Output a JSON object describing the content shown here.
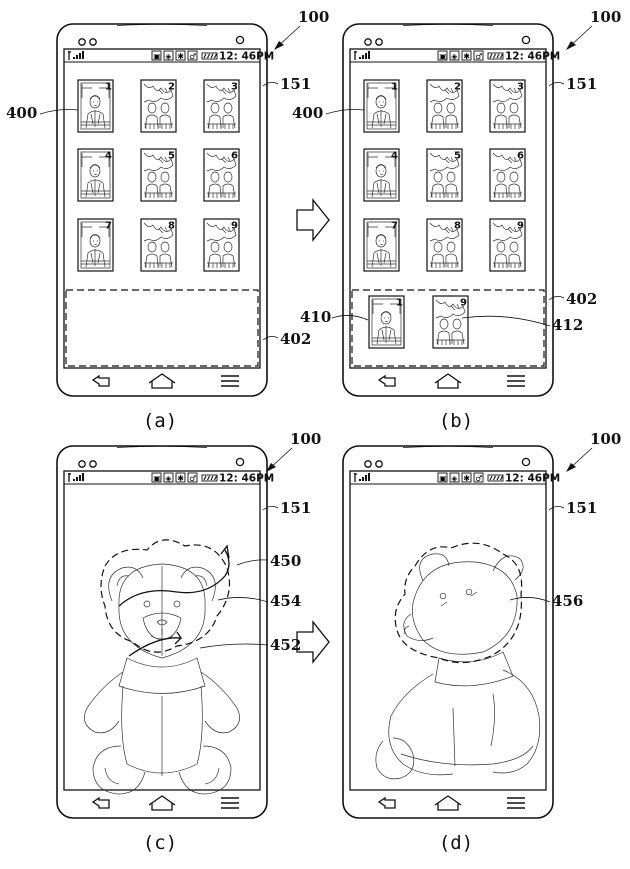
{
  "figure_ref": "100",
  "status_time": "12: 46PM",
  "arrow_labels": {
    "display": "151",
    "thumb": "400",
    "tray": "402",
    "tray_item_a": "410",
    "tray_item_b": "412",
    "scribble": "450",
    "trace": "452",
    "outline": "454",
    "selection": "456"
  },
  "panels": [
    {
      "caption": "(a)",
      "tiles": [
        "1",
        "2",
        "3",
        "4",
        "5",
        "6",
        "7",
        "8",
        "9"
      ]
    },
    {
      "caption": "(b)",
      "tiles": [
        "1",
        "2",
        "3",
        "4",
        "5",
        "6",
        "7",
        "8",
        "9"
      ],
      "tray_tiles": [
        "1",
        "9"
      ]
    },
    {
      "caption": "(c)"
    },
    {
      "caption": "(d)"
    }
  ],
  "icons": [
    "signal-icon",
    "sd-card-icon",
    "wifi-icon",
    "bluetooth-icon",
    "usb-icon",
    "battery-icon",
    "back-icon",
    "home-icon",
    "menu-icon",
    "transition-arrow-icon",
    "bear-image"
  ]
}
